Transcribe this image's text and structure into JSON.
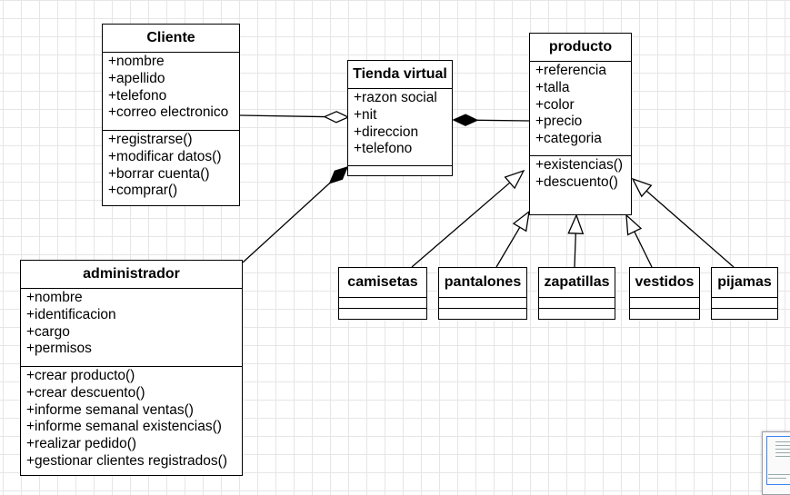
{
  "diagram": {
    "classes": [
      {
        "id": "cliente",
        "name": "Cliente",
        "attributes": [
          "+nombre",
          "+apellido",
          "+telefono",
          "+correo electronico"
        ],
        "methods": [
          "+registrarse()",
          "+modificar datos()",
          "+borrar cuenta()",
          "+comprar()"
        ]
      },
      {
        "id": "tienda",
        "name": "Tienda virtual",
        "attributes": [
          "+razon social",
          "+nit",
          "+direccion",
          "+telefono"
        ],
        "methods": []
      },
      {
        "id": "producto",
        "name": "producto",
        "attributes": [
          "+referencia",
          "+talla",
          "+color",
          "+precio",
          "+categoria"
        ],
        "methods": [
          "+existencias()",
          "+descuento()"
        ]
      },
      {
        "id": "administrador",
        "name": "administrador",
        "attributes": [
          "+nombre",
          "+identificacion",
          "+cargo",
          "+permisos"
        ],
        "methods": [
          "+crear producto()",
          "+crear descuento()",
          "+informe semanal ventas()",
          "+informe semanal existencias()",
          "+realizar pedido()",
          "+gestionar clientes registrados()"
        ]
      },
      {
        "id": "camisetas",
        "name": "camisetas",
        "attributes": [],
        "methods": []
      },
      {
        "id": "pantalones",
        "name": "pantalones",
        "attributes": [],
        "methods": []
      },
      {
        "id": "zapatillas",
        "name": "zapatillas",
        "attributes": [],
        "methods": []
      },
      {
        "id": "vestidos",
        "name": "vestidos",
        "attributes": [],
        "methods": []
      },
      {
        "id": "pijamas",
        "name": "pijamas",
        "attributes": [],
        "methods": []
      }
    ],
    "relations": [
      {
        "type": "aggregation",
        "from": "cliente",
        "to": "tienda"
      },
      {
        "type": "composition",
        "from": "producto",
        "to": "tienda"
      },
      {
        "type": "composition",
        "from": "administrador",
        "to": "tienda"
      },
      {
        "type": "generalization",
        "from": "camisetas",
        "to": "producto"
      },
      {
        "type": "generalization",
        "from": "pantalones",
        "to": "producto"
      },
      {
        "type": "generalization",
        "from": "zapatillas",
        "to": "producto"
      },
      {
        "type": "generalization",
        "from": "vestidos",
        "to": "producto"
      },
      {
        "type": "generalization",
        "from": "pijamas",
        "to": "producto"
      }
    ]
  }
}
